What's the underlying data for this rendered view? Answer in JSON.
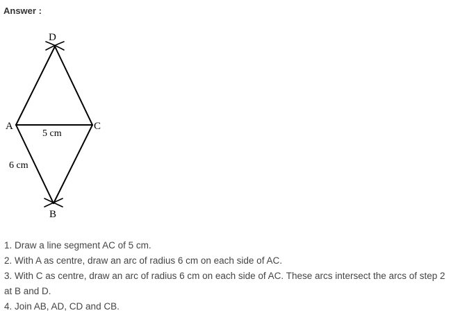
{
  "heading": "Answer :",
  "figure": {
    "vertices": {
      "a": "A",
      "b": "B",
      "c": "C",
      "d": "D"
    },
    "measurements": {
      "ac": "5 cm",
      "ab": "6 cm"
    }
  },
  "steps": [
    "1. Draw a line segment AC of 5 cm.",
    "2. With A as centre, draw an arc of radius 6 cm on each side of AC.",
    "3. With C as centre, draw an arc of radius 6 cm on each side of AC. These arcs intersect the arcs of step 2 at B and D.",
    "4. Join AB, AD, CD and CB."
  ]
}
